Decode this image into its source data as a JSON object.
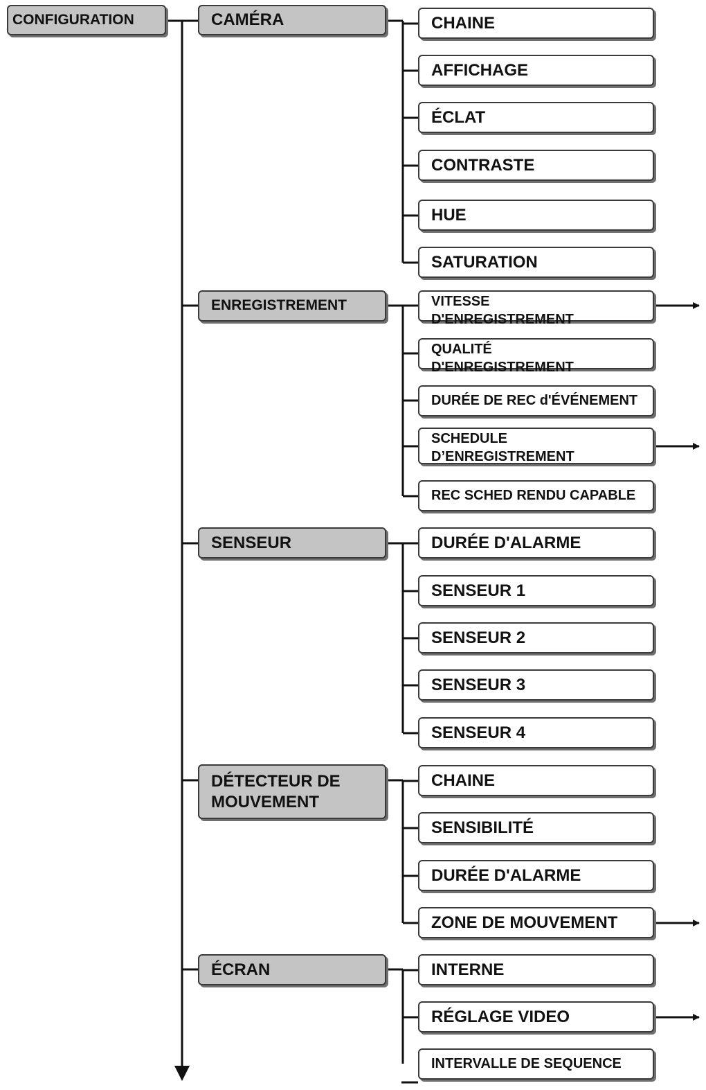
{
  "root": "CONFIGURATION",
  "categories": [
    {
      "label": "CAMÉRA",
      "items": [
        "CHAINE",
        "AFFICHAGE",
        "ÉCLAT",
        "CONTRASTE",
        "HUE",
        "SATURATION"
      ]
    },
    {
      "label": "ENREGISTREMENT",
      "items": [
        "VITESSE\nD'ENREGISTREMENT",
        "QUALITÉ\nD'ENREGISTREMENT",
        "DURÉE DE  REC d'ÉVÉNEMENT",
        "SCHEDULE\nD’ENREGISTREMENT",
        "REC SCHED RENDU CAPABLE"
      ],
      "arrows": [
        true,
        false,
        false,
        true,
        false
      ]
    },
    {
      "label": "SENSEUR",
      "items": [
        "DURÉE D'ALARME",
        "SENSEUR 1",
        "SENSEUR 2",
        "SENSEUR 3",
        "SENSEUR 4"
      ]
    },
    {
      "label": "DÉTECTEUR DE\nMOUVEMENT",
      "items": [
        "CHAINE",
        "SENSIBILITÉ",
        "DURÉE D'ALARME",
        "ZONE DE MOUVEMENT"
      ],
      "arrows": [
        false,
        false,
        false,
        true
      ]
    },
    {
      "label": "ÉCRAN",
      "items": [
        "INTERNE",
        "RÉGLAGE VIDEO",
        "INTERVALLE DE SEQUENCE"
      ],
      "arrows": [
        false,
        true,
        false
      ]
    }
  ]
}
